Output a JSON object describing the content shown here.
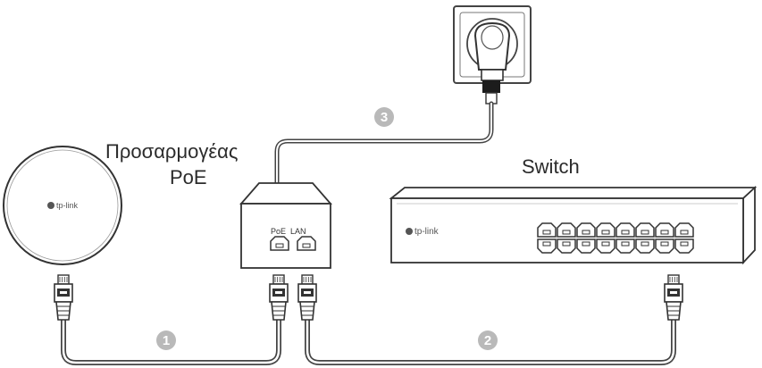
{
  "labels": {
    "poe_adapter_line1": "Προσαρμογέας",
    "poe_adapter_line2": "PoE",
    "switch": "Switch",
    "port_poe": "PoE",
    "port_lan": "LAN"
  },
  "brand": {
    "logo_text": "tp-link"
  },
  "steps": [
    {
      "number": "1"
    },
    {
      "number": "2"
    },
    {
      "number": "3"
    }
  ],
  "colors": {
    "outline": "#333333",
    "cable": "#444444",
    "step_circle": "#b9b9b9",
    "background": "#ffffff"
  },
  "icons": {
    "access_point": "ceiling-access-point-icon",
    "adapter": "poe-injector-icon",
    "switch": "network-switch-icon",
    "outlet": "power-outlet-icon",
    "plug": "power-plug-icon",
    "rj45": "rj45-connector-icon"
  }
}
